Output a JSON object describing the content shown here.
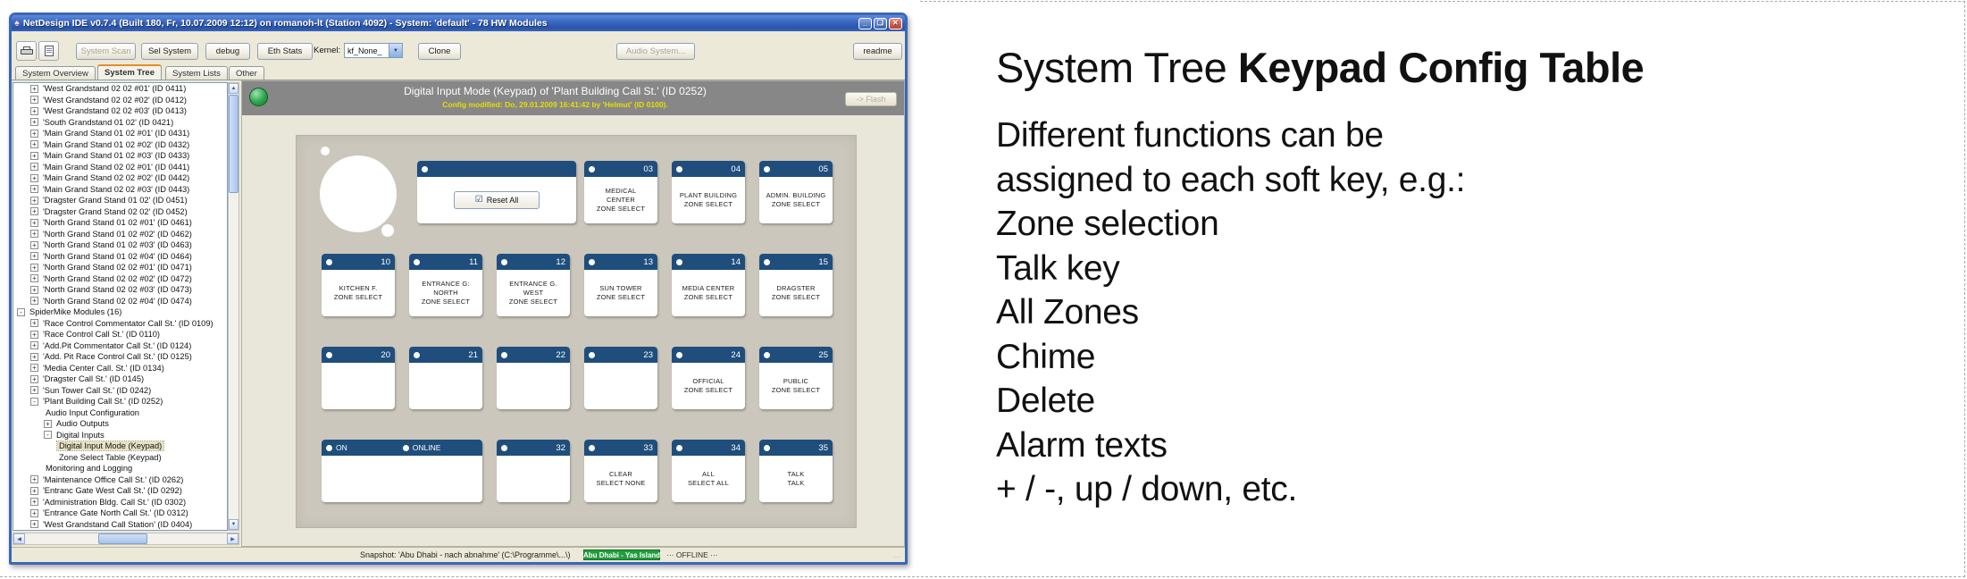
{
  "window": {
    "title": "NetDesign IDE  v0.7.4 (Built 180, Fr, 10.07.2009 12:12) on romanoh-lt (Station 4092)  -  System: 'default'  -  78 HW Modules",
    "controls": {
      "minimize": "_",
      "restore": "❏",
      "close": "✕"
    },
    "app_icon_glyph": "♠",
    "toolbar": {
      "system_scan": "System Scan",
      "sel_system": "Sel System",
      "debug": "debug",
      "eth_stats": "Eth Stats",
      "kernel_label": "Kernel:",
      "kernel_value": "kf_None_",
      "clone": "Clone",
      "audio_system": "Audio System...",
      "readme": "readme"
    },
    "tabs": [
      {
        "label": "System Overview",
        "active": false
      },
      {
        "label": "System Tree",
        "active": true
      },
      {
        "label": "System Lists",
        "active": false
      },
      {
        "label": "Other",
        "active": false
      }
    ],
    "tree": {
      "items": [
        {
          "label": "'West Grandstand 02 02 #01' (ID 0411)",
          "level": 2,
          "expander": "plus"
        },
        {
          "label": "'West Grandstand 02 02 #02' (ID 0412)",
          "level": 2,
          "expander": "plus"
        },
        {
          "label": "'West Grandstand 02 02 #03' (ID 0413)",
          "level": 2,
          "expander": "plus"
        },
        {
          "label": "'South Grandstand 01 02' (ID 0421)",
          "level": 2,
          "expander": "plus"
        },
        {
          "label": "'Main Grand Stand 01 02 #01' (ID 0431)",
          "level": 2,
          "expander": "plus"
        },
        {
          "label": "'Main Grand Stand 01 02 #02' (ID 0432)",
          "level": 2,
          "expander": "plus"
        },
        {
          "label": "'Main Grand Stand 01 02 #03' (ID 0433)",
          "level": 2,
          "expander": "plus"
        },
        {
          "label": "'Main Grand Stand 02 02 #01' (ID 0441)",
          "level": 2,
          "expander": "plus"
        },
        {
          "label": "'Main Grand Stand 02 02 #02' (ID 0442)",
          "level": 2,
          "expander": "plus"
        },
        {
          "label": "'Main Grand Stand 02 02 #03' (ID 0443)",
          "level": 2,
          "expander": "plus"
        },
        {
          "label": "'Dragster Grand Stand 01 02' (ID 0451)",
          "level": 2,
          "expander": "plus"
        },
        {
          "label": "'Dragster Grand Stand 02 02' (ID 0452)",
          "level": 2,
          "expander": "plus"
        },
        {
          "label": "'North Grand Stand 01 02 #01' (ID 0461)",
          "level": 2,
          "expander": "plus"
        },
        {
          "label": "'North Grand Stand 01 02 #02' (ID 0462)",
          "level": 2,
          "expander": "plus"
        },
        {
          "label": "'North Grand Stand 01 02 #03' (ID 0463)",
          "level": 2,
          "expander": "plus"
        },
        {
          "label": "'North Grand Stand 01 02 #04' (ID 0464)",
          "level": 2,
          "expander": "plus"
        },
        {
          "label": "'North Grand Stand 02 02 #01' (ID 0471)",
          "level": 2,
          "expander": "plus"
        },
        {
          "label": "'North Grand Stand 02 02 #02' (ID 0472)",
          "level": 2,
          "expander": "plus"
        },
        {
          "label": "'North Grand Stand 02 02 #03' (ID 0473)",
          "level": 2,
          "expander": "plus"
        },
        {
          "label": "'North Grand Stand 02 02 #04' (ID 0474)",
          "level": 2,
          "expander": "plus"
        },
        {
          "label": "SpiderMike Modules (16)",
          "level": 1,
          "expander": "minus"
        },
        {
          "label": "'Race Control Commentator Call St.' (ID 0109)",
          "level": 2,
          "expander": "plus"
        },
        {
          "label": "'Race Control Call St.' (ID 0110)",
          "level": 2,
          "expander": "plus"
        },
        {
          "label": "'Add.Pit Commentator Call St.' (ID 0124)",
          "level": 2,
          "expander": "plus"
        },
        {
          "label": "'Add. Pit Race Control Call St.' (ID 0125)",
          "level": 2,
          "expander": "plus"
        },
        {
          "label": "'Media Center Call. St.' (ID 0134)",
          "level": 2,
          "expander": "plus"
        },
        {
          "label": "'Dragster Call St.' (ID 0145)",
          "level": 2,
          "expander": "plus"
        },
        {
          "label": "'Sun Tower Call St.' (ID 0242)",
          "level": 2,
          "expander": "plus"
        },
        {
          "label": "'Plant Building Call St.' (ID 0252)",
          "level": 2,
          "expander": "minus"
        },
        {
          "label": "Audio Input Configuration",
          "level": 3,
          "expander": "none"
        },
        {
          "label": "Audio Outputs",
          "level": 3,
          "expander": "plus"
        },
        {
          "label": "Digital Inputs",
          "level": 3,
          "expander": "minus"
        },
        {
          "label": "Digital Input Mode (Keypad)",
          "level": 4,
          "expander": "none",
          "selected": true
        },
        {
          "label": "Zone Select Table (Keypad)",
          "level": 4,
          "expander": "none"
        },
        {
          "label": "Monitoring and Logging",
          "level": 3,
          "expander": "none"
        },
        {
          "label": "'Maintenance Office Call St.' (ID 0262)",
          "level": 2,
          "expander": "plus"
        },
        {
          "label": "'Entranc Gate West Call St.' (ID 0292)",
          "level": 2,
          "expander": "plus"
        },
        {
          "label": "'Administration Bldg. Call St.' (ID 0302)",
          "level": 2,
          "expander": "plus"
        },
        {
          "label": "'Entrance Gate North Call St.' (ID 0312)",
          "level": 2,
          "expander": "plus"
        },
        {
          "label": "'West Grandstand Call Station' (ID 0404)",
          "level": 2,
          "expander": "plus"
        }
      ]
    },
    "panel": {
      "title": "Digital Input Mode (Keypad) of 'Plant Building Call St.' (ID 0252)",
      "subtitle": "Config modified: Do, 29.01.2009 16:41:42  by 'Helmut' (ID 0100).",
      "flash_label": "-> Flash",
      "reset_icon_glyph": "☑",
      "keys": [
        {
          "kind": "wide-reset",
          "row": 1,
          "reset_label": "Reset All"
        },
        {
          "kind": "normal",
          "row": 1,
          "col": 4,
          "num": "03",
          "lines": [
            "MEDICAL",
            "CENTER",
            "ZONE SELECT"
          ]
        },
        {
          "kind": "normal",
          "row": 1,
          "col": 5,
          "num": "04",
          "lines": [
            "PLANT BUILDING",
            "ZONE SELECT"
          ]
        },
        {
          "kind": "normal",
          "row": 1,
          "col": 6,
          "num": "05",
          "lines": [
            "ADMIN. BUILDING",
            "ZONE SELECT"
          ]
        },
        {
          "kind": "normal",
          "row": 2,
          "col": 1,
          "num": "10",
          "lines": [
            "KITCHEN F.",
            "ZONE SELECT"
          ]
        },
        {
          "kind": "normal",
          "row": 2,
          "col": 2,
          "num": "11",
          "lines": [
            "ENTRANCE G:",
            "NORTH",
            "ZONE SELECT"
          ]
        },
        {
          "kind": "normal",
          "row": 2,
          "col": 3,
          "num": "12",
          "lines": [
            "ENTRANCE G.",
            "WEST",
            "ZONE SELECT"
          ]
        },
        {
          "kind": "normal",
          "row": 2,
          "col": 4,
          "num": "13",
          "lines": [
            "SUN TOWER",
            "ZONE SELECT"
          ]
        },
        {
          "kind": "normal",
          "row": 2,
          "col": 5,
          "num": "14",
          "lines": [
            "MEDIA CENTER",
            "ZONE SELECT"
          ]
        },
        {
          "kind": "normal",
          "row": 2,
          "col": 6,
          "num": "15",
          "lines": [
            "DRAGSTER",
            "ZONE SELECT"
          ]
        },
        {
          "kind": "normal",
          "row": 3,
          "col": 1,
          "num": "20",
          "lines": []
        },
        {
          "kind": "normal",
          "row": 3,
          "col": 2,
          "num": "21",
          "lines": []
        },
        {
          "kind": "normal",
          "row": 3,
          "col": 3,
          "num": "22",
          "lines": []
        },
        {
          "kind": "normal",
          "row": 3,
          "col": 4,
          "num": "23",
          "lines": []
        },
        {
          "kind": "normal",
          "row": 3,
          "col": 5,
          "num": "24",
          "lines": [
            "OFFICIAL",
            "ZONE SELECT"
          ]
        },
        {
          "kind": "normal",
          "row": 3,
          "col": 6,
          "num": "25",
          "lines": [
            "PUBLIC",
            "ZONE SELECT"
          ]
        },
        {
          "kind": "wide-on",
          "row": 4,
          "led_labels": [
            "ON",
            "ONLINE"
          ]
        },
        {
          "kind": "normal",
          "row": 4,
          "col": 3,
          "num": "32",
          "lines": []
        },
        {
          "kind": "normal",
          "row": 4,
          "col": 4,
          "num": "33",
          "lines": [
            "CLEAR",
            "SELECT NONE"
          ]
        },
        {
          "kind": "normal",
          "row": 4,
          "col": 5,
          "num": "34",
          "lines": [
            "ALL",
            "SELECT ALL"
          ]
        },
        {
          "kind": "normal",
          "row": 4,
          "col": 6,
          "num": "35",
          "lines": [
            "TALK",
            "TALK"
          ]
        }
      ]
    },
    "statusbar": {
      "snapshot": "Snapshot:  'Abu Dhabi - nach abnahme'  (C:\\Programme\\...\\)",
      "badge": "'Abu Dhabi - Yas Island'",
      "offline": "··· OFFLINE ···",
      "grip": "..."
    },
    "colors": {
      "titlebar_blue": "#3765c0",
      "key_header_blue": "#1f4e7c",
      "badge_green": "#1f9e3c",
      "status_led_green": "#2aa44a",
      "subtitle_yellow": "#e4df00"
    }
  },
  "slide": {
    "heading_regular": "System Tree ",
    "heading_bold": "Keypad Config Table",
    "body_lines": [
      "Different functions can be",
      "assigned to each soft key, e.g.:",
      "Zone selection",
      "Talk key",
      "All Zones",
      "Chime",
      "Delete",
      "Alarm texts",
      "+ / -, up / down, etc."
    ]
  }
}
